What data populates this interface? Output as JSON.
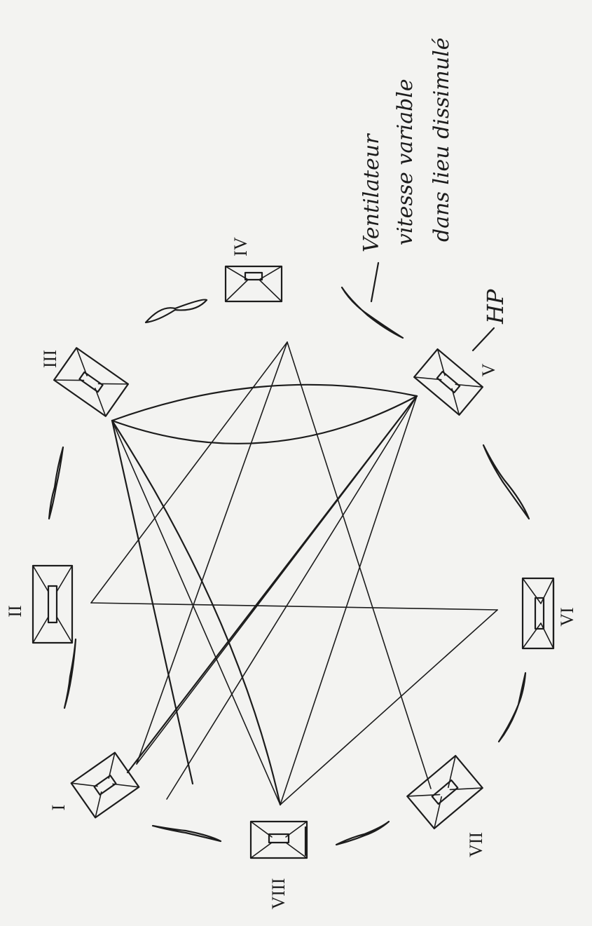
{
  "diagram": {
    "speakers": [
      {
        "id": "I",
        "label": "I"
      },
      {
        "id": "II",
        "label": "II"
      },
      {
        "id": "III",
        "label": "III"
      },
      {
        "id": "IV",
        "label": "IV"
      },
      {
        "id": "V",
        "label": "V"
      },
      {
        "id": "VI",
        "label": "VI"
      },
      {
        "id": "VII",
        "label": "VII"
      },
      {
        "id": "VIII",
        "label": "VIII"
      }
    ],
    "annotations": {
      "fan_line1": "Ventilateur",
      "fan_line2": "vitesse variable",
      "fan_line3": "dans lieu dissimulé",
      "speaker": "HP"
    }
  }
}
